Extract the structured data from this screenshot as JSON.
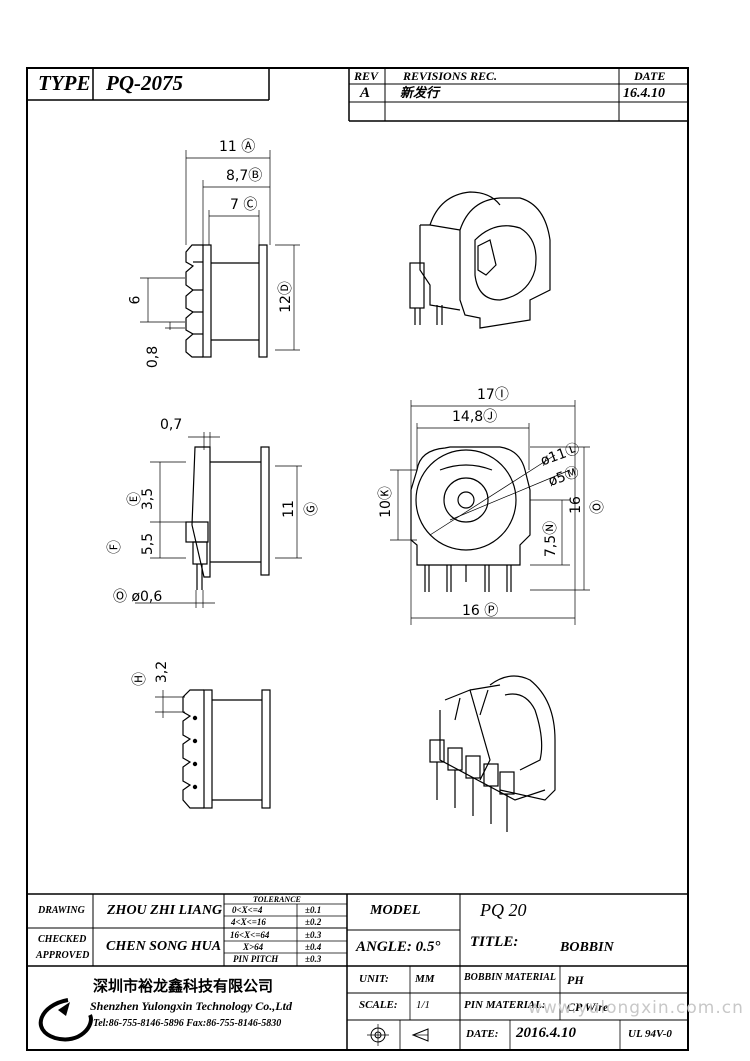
{
  "header": {
    "type_label": "TYPE",
    "type_value": "PQ-2075",
    "rev_label": "REV",
    "revisions_label": "REVISIONS REC.",
    "date_label": "DATE",
    "rev_value": "A",
    "revision_text": "新发行",
    "revision_date": "16.4.10"
  },
  "dimensions": {
    "d11A": "11 Ⓐ",
    "d87B": "8,7Ⓑ",
    "d7C": "7 Ⓒ",
    "d6": "6",
    "d08": "0,8",
    "d12D": "12Ⓓ",
    "d07": "0,7",
    "d35E": "3,5",
    "dE": "Ⓔ",
    "d55F": "5,5",
    "dF": "Ⓕ",
    "d11G": "11",
    "dG": "Ⓖ",
    "d06": "Ⓞ ø0,6",
    "d32H": "3,2",
    "dH": "Ⓗ",
    "d17I": "17Ⓘ",
    "d148J": "14,8Ⓙ",
    "d10K": "10Ⓚ",
    "phi11L": "ø11Ⓛ",
    "phi5M": "ø5Ⓜ",
    "d75N": "7,5Ⓝ",
    "d16O": "16",
    "dO": "Ⓞ",
    "d16P": "16 Ⓟ"
  },
  "title_block": {
    "drawing_label": "DRAWING",
    "drawing_value": "ZHOU ZHI LIANG",
    "checked_label": "CHECKED",
    "approved_label": "APPROVED",
    "checked_value": "CHEN SONG HUA",
    "tolerance_label": "TOLERANCE",
    "tolerances": [
      {
        "range": "0<X<=4",
        "value": "±0.1"
      },
      {
        "range": "4<X<=16",
        "value": "±0.2"
      },
      {
        "range": "16<X<=64",
        "value": "±0.3"
      },
      {
        "range": "X>64",
        "value": "±0.4"
      },
      {
        "range": "PIN PITCH",
        "value": "±0.3"
      }
    ],
    "model_label": "MODEL",
    "model_value": "PQ 20",
    "angle_label": "ANGLE: 0.5°",
    "title_label": "TITLE:",
    "title_value": "BOBBIN",
    "unit_label": "UNIT:",
    "unit_value": "MM",
    "bobbin_material_label": "BOBBIN MATERIAL",
    "bobbin_material_value": "PH",
    "scale_label": "SCALE:",
    "scale_value": "1/1",
    "pin_material_label": "PIN MATERIAL:",
    "pin_material_value": "CP Wire",
    "date_label": "DATE:",
    "date_value": "2016.4.10",
    "ul_value": "UL 94V-0",
    "company_cn": "深圳市裕龙鑫科技有限公司",
    "company_en": "Shenzhen Yulongxin Technology Co.,Ltd",
    "contact": "Tel:86-755-8146-5896   Fax:86-755-8146-5830"
  },
  "watermark": "www.yulongxin.com.cn"
}
